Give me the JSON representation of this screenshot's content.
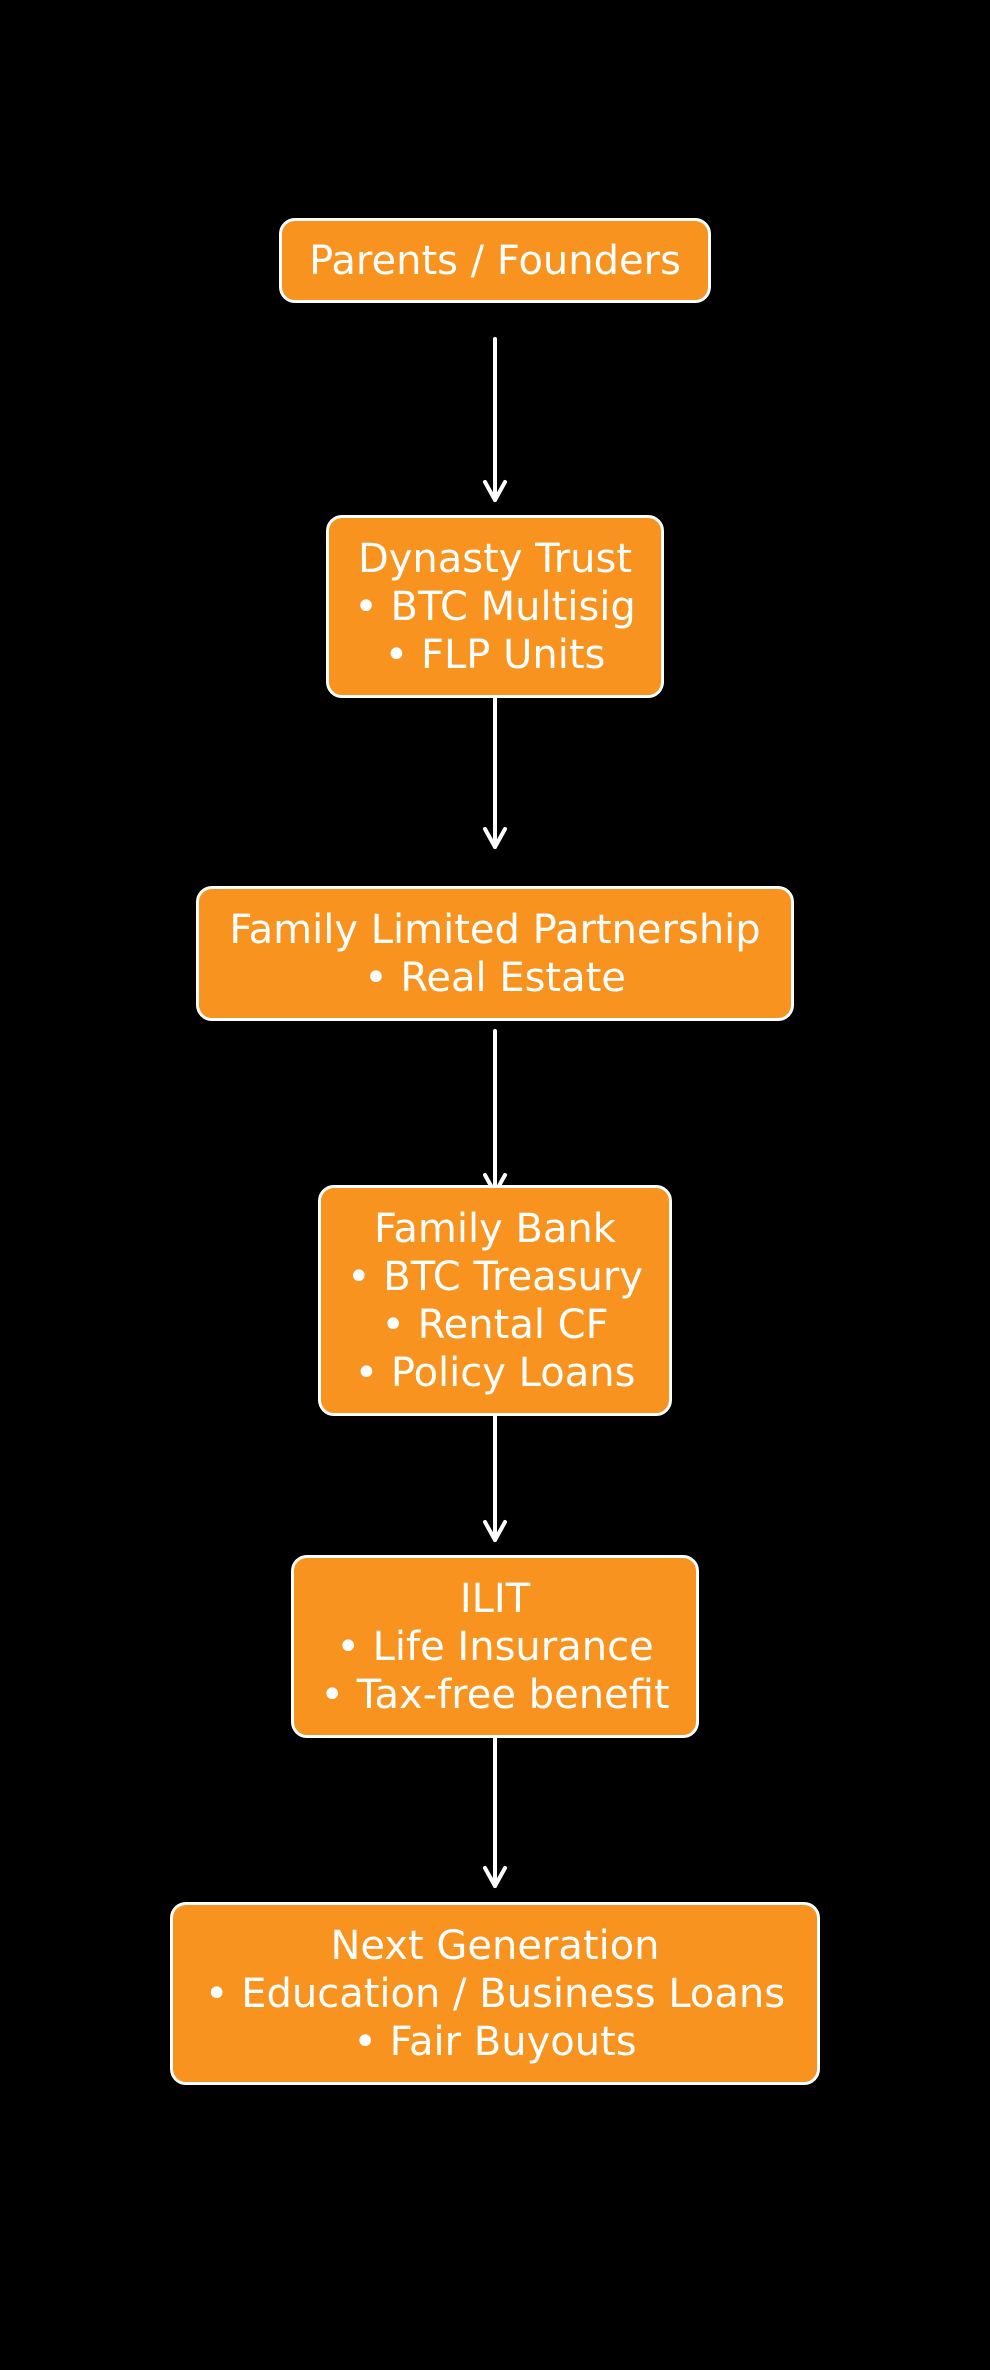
{
  "colors": {
    "background": "#000000",
    "node_fill": "#F7931E",
    "node_border": "#FFFFFF",
    "text": "#FFFFFF",
    "arrow": "#FFFFFF"
  },
  "nodes": [
    {
      "id": "parents",
      "lines": [
        "Parents / Founders"
      ]
    },
    {
      "id": "dynasty",
      "lines": [
        "Dynasty Trust",
        "• BTC Multisig",
        "• FLP Units"
      ]
    },
    {
      "id": "flp",
      "lines": [
        "Family Limited Partnership",
        "• Real Estate"
      ]
    },
    {
      "id": "bank",
      "lines": [
        "Family Bank",
        "• BTC Treasury",
        "• Rental CF",
        "• Policy Loans"
      ]
    },
    {
      "id": "ilit",
      "lines": [
        "ILIT",
        "• Life Insurance",
        "• Tax-free benefit"
      ]
    },
    {
      "id": "nextgen",
      "lines": [
        "Next Generation",
        "• Education / Business Loans",
        "• Fair Buyouts"
      ]
    }
  ],
  "edges": [
    {
      "from": "parents",
      "to": "dynasty"
    },
    {
      "from": "dynasty",
      "to": "flp"
    },
    {
      "from": "flp",
      "to": "bank"
    },
    {
      "from": "bank",
      "to": "ilit"
    },
    {
      "from": "ilit",
      "to": "nextgen"
    }
  ]
}
